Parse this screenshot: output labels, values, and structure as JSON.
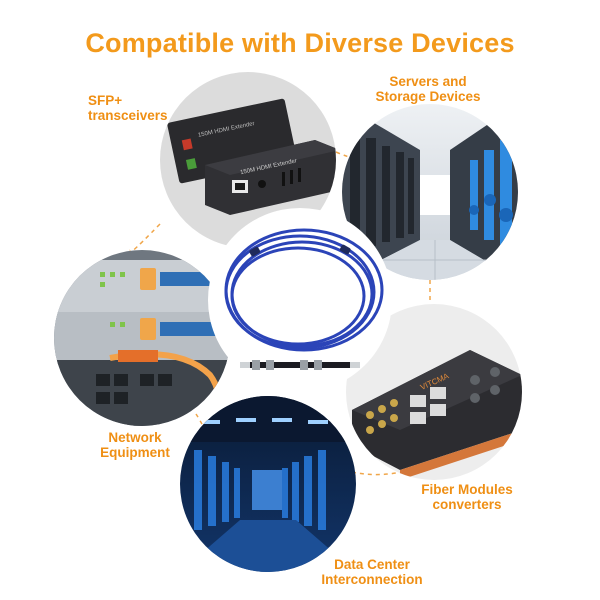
{
  "title": "Compatible with Diverse Devices",
  "labels": {
    "sfp": [
      "SFP+",
      "transceivers"
    ],
    "servers": [
      "Servers and",
      "Storage Devices"
    ],
    "network": [
      "Network",
      "Equipment"
    ],
    "fiber": [
      "Fiber Modules",
      "converters"
    ],
    "datacenter": [
      "Data Center",
      "Interconnection"
    ]
  },
  "device_text": {
    "extender_front": "150M HDMI Extender",
    "extender_back": "150M HDMI Extender",
    "module_brand": "VITCMA"
  },
  "colors": {
    "accent": "#f39a1c",
    "connector": "#f0a64a",
    "cable": "#2b44b8",
    "rack_blue": "#2f8be0",
    "dark_panel": "#2a2a2d"
  }
}
